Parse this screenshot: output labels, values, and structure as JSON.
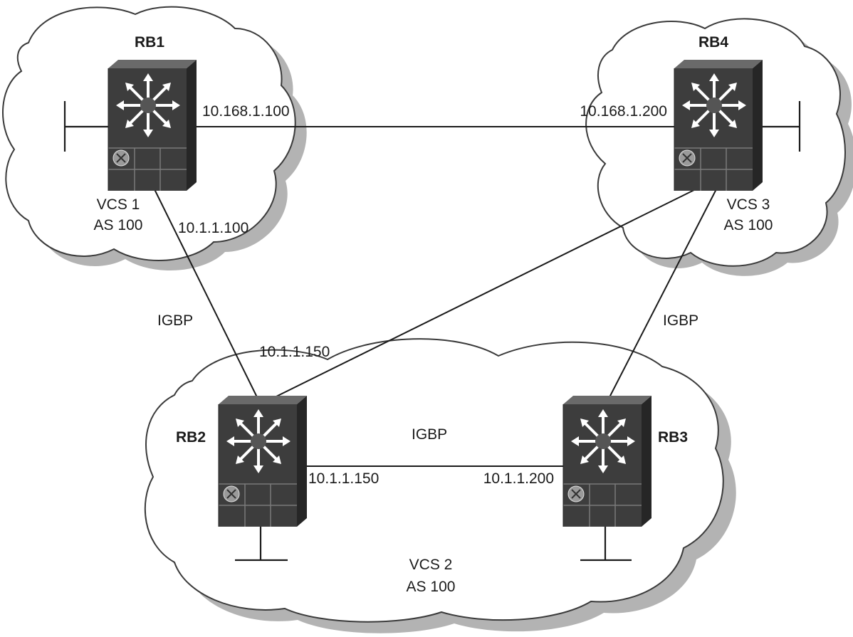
{
  "clouds": [
    {
      "id": "vcs1",
      "name": "VCS 1",
      "as": "AS 100"
    },
    {
      "id": "vcs3",
      "name": "VCS 3",
      "as": "AS 100"
    },
    {
      "id": "vcs2",
      "name": "VCS 2",
      "as": "AS 100"
    }
  ],
  "switches": [
    {
      "id": "rb1",
      "label": "RB1"
    },
    {
      "id": "rb4",
      "label": "RB4"
    },
    {
      "id": "rb2",
      "label": "RB2"
    },
    {
      "id": "rb3",
      "label": "RB3"
    }
  ],
  "links": [
    {
      "id": "rb1-rb4",
      "from": "rb1",
      "to": "rb4",
      "from_ip": "10.168.1.100",
      "to_ip": "10.168.1.200",
      "label": ""
    },
    {
      "id": "rb1-rb2",
      "from": "rb1",
      "to": "rb2",
      "from_ip": "10.1.1.100",
      "to_ip": "",
      "label": "IGBP"
    },
    {
      "id": "rb2-rb4",
      "from": "rb2",
      "to": "rb4",
      "from_ip": "10.1.1.150",
      "to_ip": "",
      "label": ""
    },
    {
      "id": "rb3-rb4",
      "from": "rb3",
      "to": "rb4",
      "from_ip": "",
      "to_ip": "",
      "label": "IGBP"
    },
    {
      "id": "rb2-rb3",
      "from": "rb2",
      "to": "rb3",
      "from_ip": "10.1.1.150",
      "to_ip": "10.1.1.200",
      "label": "IGBP"
    }
  ],
  "colors": {
    "device_body": "#3d3d3d",
    "device_side": "#262626",
    "device_top": "#6a6a6a",
    "cloud_shadow": "#b3b3b3",
    "line": "#1a1a1a"
  },
  "icons": {
    "switch": "layer3-switch-icon",
    "router_badge": "router-icon",
    "port": "port-stub-icon"
  }
}
